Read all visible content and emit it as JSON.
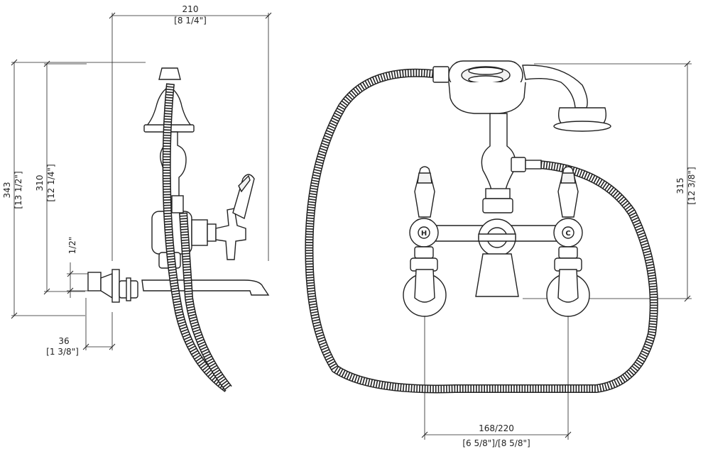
{
  "side_view": {
    "width_dim": {
      "mm": "210",
      "inch": "[8 1/4\"]"
    },
    "total_height_dim": {
      "mm": "343",
      "inch": "[13 1/2\"]"
    },
    "height_dim": {
      "mm": "310",
      "inch": "[12 1/4\"]"
    },
    "thread_dim": "1/2\"",
    "depth_dim": {
      "mm": "36",
      "inch": "[1 3/8\"]"
    }
  },
  "front_view": {
    "height_dim": {
      "mm": "315",
      "inch": "[12 3/8\"]"
    },
    "centers_dim": {
      "mm": "168/220",
      "inch": "[6 5/8\"]/[8 5/8\"]"
    },
    "hot_label": "H",
    "cold_label": "C"
  }
}
